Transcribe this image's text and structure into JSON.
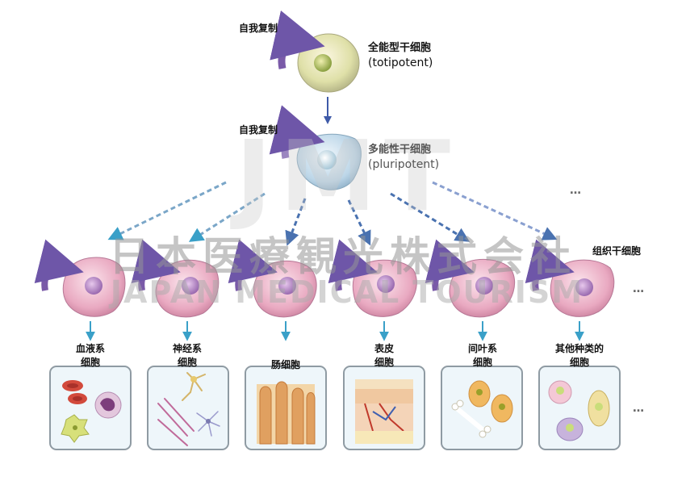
{
  "top": {
    "self_renewal": "自我复制",
    "name": "全能型干细胞",
    "name_en": "(totipotent)"
  },
  "middle": {
    "self_renewal": "自我复制",
    "name": "多能性干细胞",
    "name_en": "(pluripotent)"
  },
  "tissue": {
    "label": "组织干细胞",
    "more_top": "…",
    "more_row": "…",
    "more_boxes": "…"
  },
  "cell_types": [
    {
      "line1": "血液系",
      "line2": "细胞"
    },
    {
      "line1": "神经系",
      "line2": "细胞"
    },
    {
      "line1": "肠细胞",
      "line2": ""
    },
    {
      "line1": "表皮",
      "line2": "细胞"
    },
    {
      "line1": "间叶系",
      "line2": "细胞"
    },
    {
      "line1": "其他种类的",
      "line2": "细胞"
    }
  ],
  "watermark": {
    "logo": "JMT",
    "cjk": "日本医療観光株式会社",
    "en": "JAPAN MEDICAL TOURISM"
  },
  "colors": {
    "arrow_purple": "#7a5aa8",
    "arrow_blue": "#4a78b8",
    "arrow_teal": "#3aa0c8",
    "cell_pink": "#e8a8c0",
    "box_bg": "#eef6fa"
  }
}
